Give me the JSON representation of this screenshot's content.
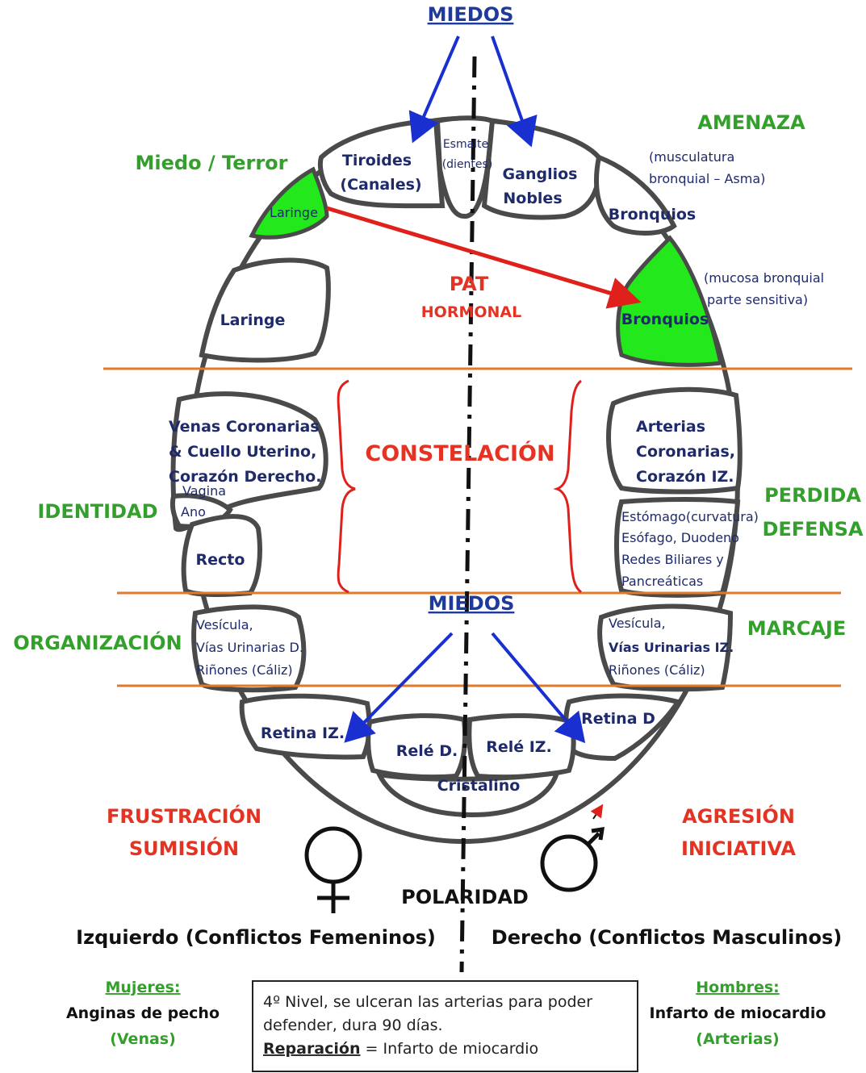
{
  "top_title": "MIEDOS",
  "mid_title": "MIEDOS",
  "groups": {
    "amenaza": "AMENAZA",
    "miedo_terror": "Miedo / Terror",
    "identidad": "IDENTIDAD",
    "perdida": "PERDIDA",
    "defensa": "DEFENSA",
    "organizacion": "ORGANIZACIÓN",
    "marcaje": "MARCAJE",
    "frustracion": "FRUSTRACIÓN",
    "sumision": "SUMISIÓN",
    "agresion": "AGRESIÓN",
    "iniciativa": "INICIATIVA"
  },
  "center": {
    "pat": "PAT",
    "hormonal": "HORMONAL",
    "constelacion": "CONSTELACIÓN"
  },
  "organs": {
    "tiroides_1": "Tiroides",
    "tiroides_2": "(Canales)",
    "esmalte_1": "Esmalte",
    "esmalte_2": "(dientes)",
    "ganglios_1": "Ganglios",
    "ganglios_2": "Nobles",
    "laringe_top": "Laringe",
    "laringe_left": "Laringe",
    "bronquios_top": "Bronquios",
    "bronquios_green": "Bronquios",
    "musc_1": "(musculatura",
    "musc_2": "bronquial – Asma)",
    "mucosa_1": "(mucosa bronquial",
    "mucosa_2": "parte sensitiva)",
    "venas_1": "Venas Coronarias",
    "venas_2": "& Cuello Uterino,",
    "venas_3": "Corazón Derecho.",
    "vagina": "Vagina",
    "ano": "Ano",
    "recto": "Recto",
    "arterias_1": "Arterias",
    "arterias_2": "Coronarias,",
    "arterias_3": "Corazón IZ.",
    "estomago_1": "Estómago(curvatura)",
    "estomago_2": "Esófago, Duodeno",
    "estomago_3": "Redes  Biliares y",
    "estomago_4": "Pancreáticas",
    "vesicula_l_1": "Vesícula,",
    "vesicula_l_2": "Vías Urinarias D.",
    "vesicula_l_3": "Riñones (Cáliz)",
    "vesicula_r_1": "Vesícula,",
    "vesicula_r_2": "Vías Urinarias IZ.",
    "vesicula_r_3": "Riñones (Cáliz)",
    "retina_iz": "Retina IZ.",
    "retina_d": "Retina D",
    "rele_d": "Relé D.",
    "rele_iz": "Relé IZ.",
    "cristalino": "Cristalino"
  },
  "polarity": {
    "title": "POLARIDAD",
    "left": "Izquierdo (Conflictos Femeninos)",
    "right": "Derecho (Conflictos Masculinos)"
  },
  "footer": {
    "women_title": "Mujeres:",
    "women_1": "Anginas de pecho",
    "women_2": "(Venas)",
    "men_title": "Hombres:",
    "men_1": "Infarto de miocardio",
    "men_2": "(Arterias)",
    "box_1": "4º Nivel, se ulceran las arterias para poder",
    "box_2": "defender, dura 90 días.",
    "box_3_label": "Reparación",
    "box_3_rest": " = Infarto de miocardio"
  },
  "colors": {
    "blue_text": "#1f2a6b",
    "group_green": "#33a02c",
    "group_red": "#e53323",
    "highlight_green": "#22e81c",
    "arrow_blue": "#1a2fd0",
    "arrow_red": "#e0211b",
    "band_orange": "#e07a2b",
    "outline": "#4a4a4a"
  }
}
